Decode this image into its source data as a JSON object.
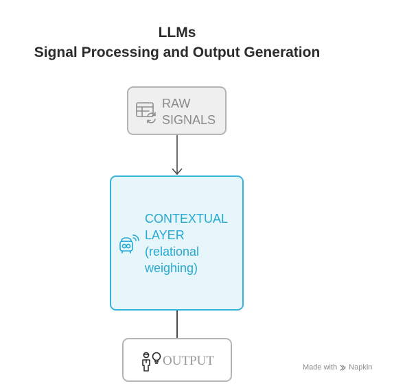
{
  "title": {
    "line1": "LLMs",
    "line2": "Signal Processing and Output Generation"
  },
  "nodes": {
    "raw": {
      "line1": "RAW",
      "line2": "SIGNALS",
      "icon": "table-refresh-icon",
      "color": "#b5b5b5"
    },
    "context": {
      "line1": "CONTEXTUAL",
      "line2": "LAYER",
      "line3": "(relational",
      "line4": "weighing)",
      "icon": "connected-device-icon",
      "color": "#33b3d9"
    },
    "output": {
      "label": "OUTPUT",
      "icon": "person-idea-icon",
      "color": "#b5b5b5"
    }
  },
  "edges": [
    {
      "from": "raw",
      "to": "context",
      "arrow": true
    },
    {
      "from": "context",
      "to": "output",
      "arrow": false
    }
  ],
  "watermark": {
    "prefix": "Made with",
    "brand": "Napkin",
    "icon": "napkin-logo-icon"
  }
}
